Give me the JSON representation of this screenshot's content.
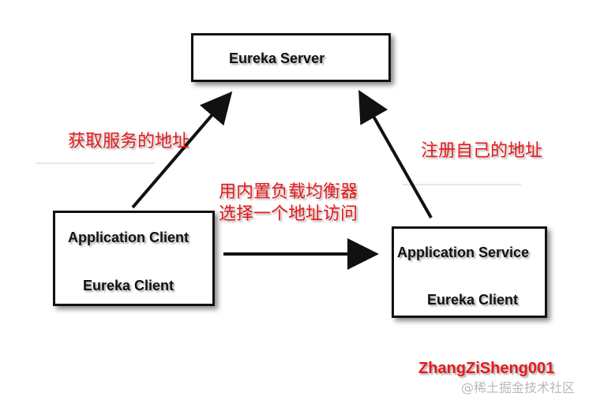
{
  "nodes": {
    "eureka_server": {
      "label": "Eureka Server"
    },
    "application_client": {
      "title": "Application Client",
      "subtitle": "Eureka Client"
    },
    "application_service": {
      "title": "Application Service",
      "subtitle": "Eureka Client"
    }
  },
  "edges": {
    "get_service_address": {
      "label": "获取服务的地址"
    },
    "register_self_address": {
      "label": "注册自己的地址"
    },
    "load_balanced_call": {
      "line1": "用内置负载均衡器",
      "line2": "选择一个地址访问"
    }
  },
  "watermark": {
    "author": "ZhangZiSheng001",
    "site": "@稀土掘金技术社区"
  },
  "colors": {
    "label_red": "#e8181a",
    "box_border": "#111111",
    "arrow": "#111111"
  }
}
